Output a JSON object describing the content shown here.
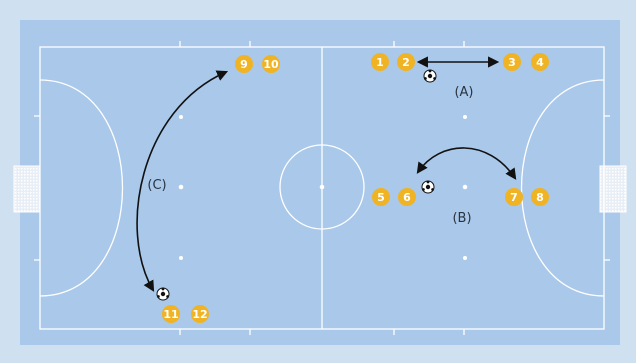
{
  "colors": {
    "background": "#cfe0f1",
    "pitch": "#a9c8ea",
    "lines": "#ffffff",
    "player": "#f0b323",
    "arrow": "#111111"
  },
  "players": [
    {
      "id": "p1",
      "label": "1"
    },
    {
      "id": "p2",
      "label": "2"
    },
    {
      "id": "p3",
      "label": "3"
    },
    {
      "id": "p4",
      "label": "4"
    },
    {
      "id": "p5",
      "label": "5"
    },
    {
      "id": "p6",
      "label": "6"
    },
    {
      "id": "p7",
      "label": "7"
    },
    {
      "id": "p8",
      "label": "8"
    },
    {
      "id": "p9",
      "label": "9"
    },
    {
      "id": "p10",
      "label": "10"
    },
    {
      "id": "p11",
      "label": "11"
    },
    {
      "id": "p12",
      "label": "12"
    }
  ],
  "drills": [
    {
      "id": "A",
      "label": "(A)"
    },
    {
      "id": "B",
      "label": "(B)"
    },
    {
      "id": "C",
      "label": "(C)"
    }
  ],
  "balls": [
    {
      "id": "ball-a",
      "icon": "soccer-ball-icon"
    },
    {
      "id": "ball-b",
      "icon": "soccer-ball-icon"
    },
    {
      "id": "ball-c",
      "icon": "soccer-ball-icon"
    }
  ]
}
